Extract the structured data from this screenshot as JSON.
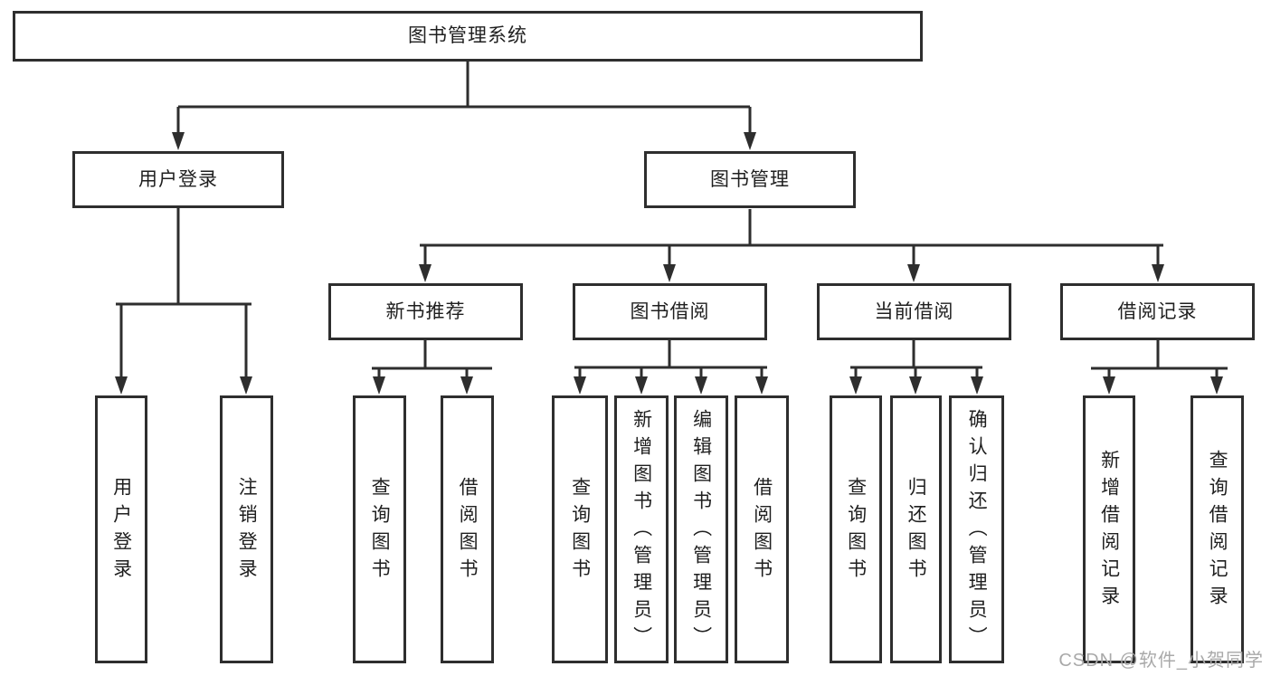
{
  "watermark": "CSDN @软件_小贺同学",
  "colors": {
    "line": "#2e2e2e",
    "text": "#1f1f1f",
    "background": "#ffffff",
    "watermark": "#a9a9a9"
  },
  "tree": {
    "root": "图书管理系统",
    "branches": [
      {
        "label": "用户登录",
        "leaves": [
          "用户登录",
          "注销登录"
        ]
      },
      {
        "label": "图书管理",
        "groups": [
          {
            "label": "新书推荐",
            "leaves": [
              "查询图书",
              "借阅图书"
            ]
          },
          {
            "label": "图书借阅",
            "leaves": [
              "查询图书",
              "新增图书（管理员）",
              "编辑图书（管理员）",
              "借阅图书"
            ]
          },
          {
            "label": "当前借阅",
            "leaves": [
              "查询图书",
              "归还图书",
              "确认归还（管理员）"
            ]
          },
          {
            "label": "借阅记录",
            "leaves": [
              "新增借阅记录",
              "查询借阅记录"
            ]
          }
        ]
      }
    ]
  }
}
